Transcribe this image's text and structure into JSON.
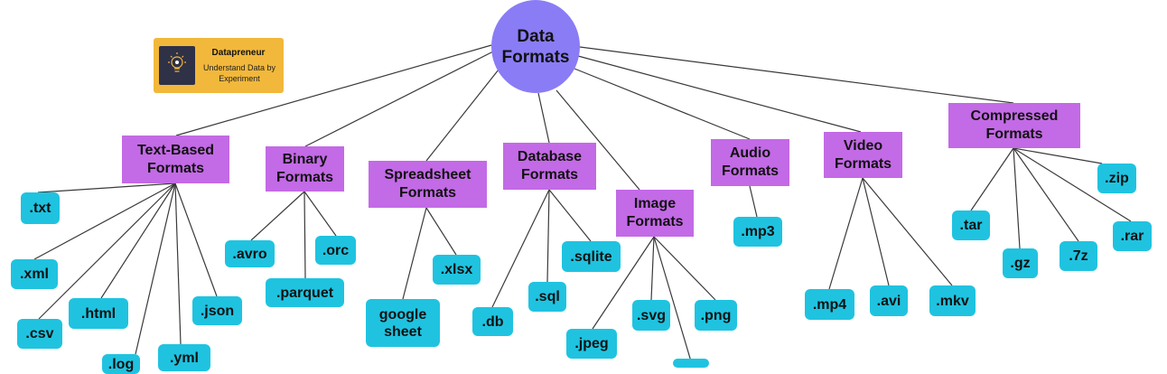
{
  "root": {
    "line1": "Data",
    "line2": "Formats"
  },
  "badge": {
    "title": "Datapreneur",
    "line1": "Understand Data by",
    "line2": "Experiment"
  },
  "categories": {
    "text": {
      "line1": "Text-Based",
      "line2": "Formats"
    },
    "binary": {
      "line1": "Binary",
      "line2": "Formats"
    },
    "spreadsheet": {
      "line1": "Spreadsheet",
      "line2": "Formats"
    },
    "database": {
      "line1": "Database",
      "line2": "Formats"
    },
    "image": {
      "line1": "Image",
      "line2": "Formats"
    },
    "audio": {
      "line1": "Audio",
      "line2": "Formats"
    },
    "video": {
      "line1": "Video",
      "line2": "Formats"
    },
    "compressed": {
      "line1": "Compressed",
      "line2": "Formats"
    }
  },
  "leaves": {
    "txt": ".txt",
    "xml": ".xml",
    "csv": ".csv",
    "html": ".html",
    "log": ".log",
    "yml": ".yml",
    "json": ".json",
    "avro": ".avro",
    "orc": ".orc",
    "parquet": ".parquet",
    "xlsx": ".xlsx",
    "google_sheet_line1": "google",
    "google_sheet_line2": "sheet",
    "sqlite": ".sqlite",
    "sql": ".sql",
    "db": ".db",
    "svg": ".svg",
    "png": ".png",
    "jpeg": ".jpeg",
    "mp3": ".mp3",
    "mp4": ".mp4",
    "avi": ".avi",
    "mkv": ".mkv",
    "zip": ".zip",
    "tar": ".tar",
    "rar": ".rar",
    "gz": ".gz",
    "sevenz": ".7z"
  },
  "colors": {
    "root": "#8a7cf5",
    "category": "#c36ae6",
    "leaf": "#1fc3e0",
    "badge": "#f2b83b",
    "connector": "#3a3a3a"
  },
  "icons": {
    "badge_logo": "lightbulb-icon"
  }
}
